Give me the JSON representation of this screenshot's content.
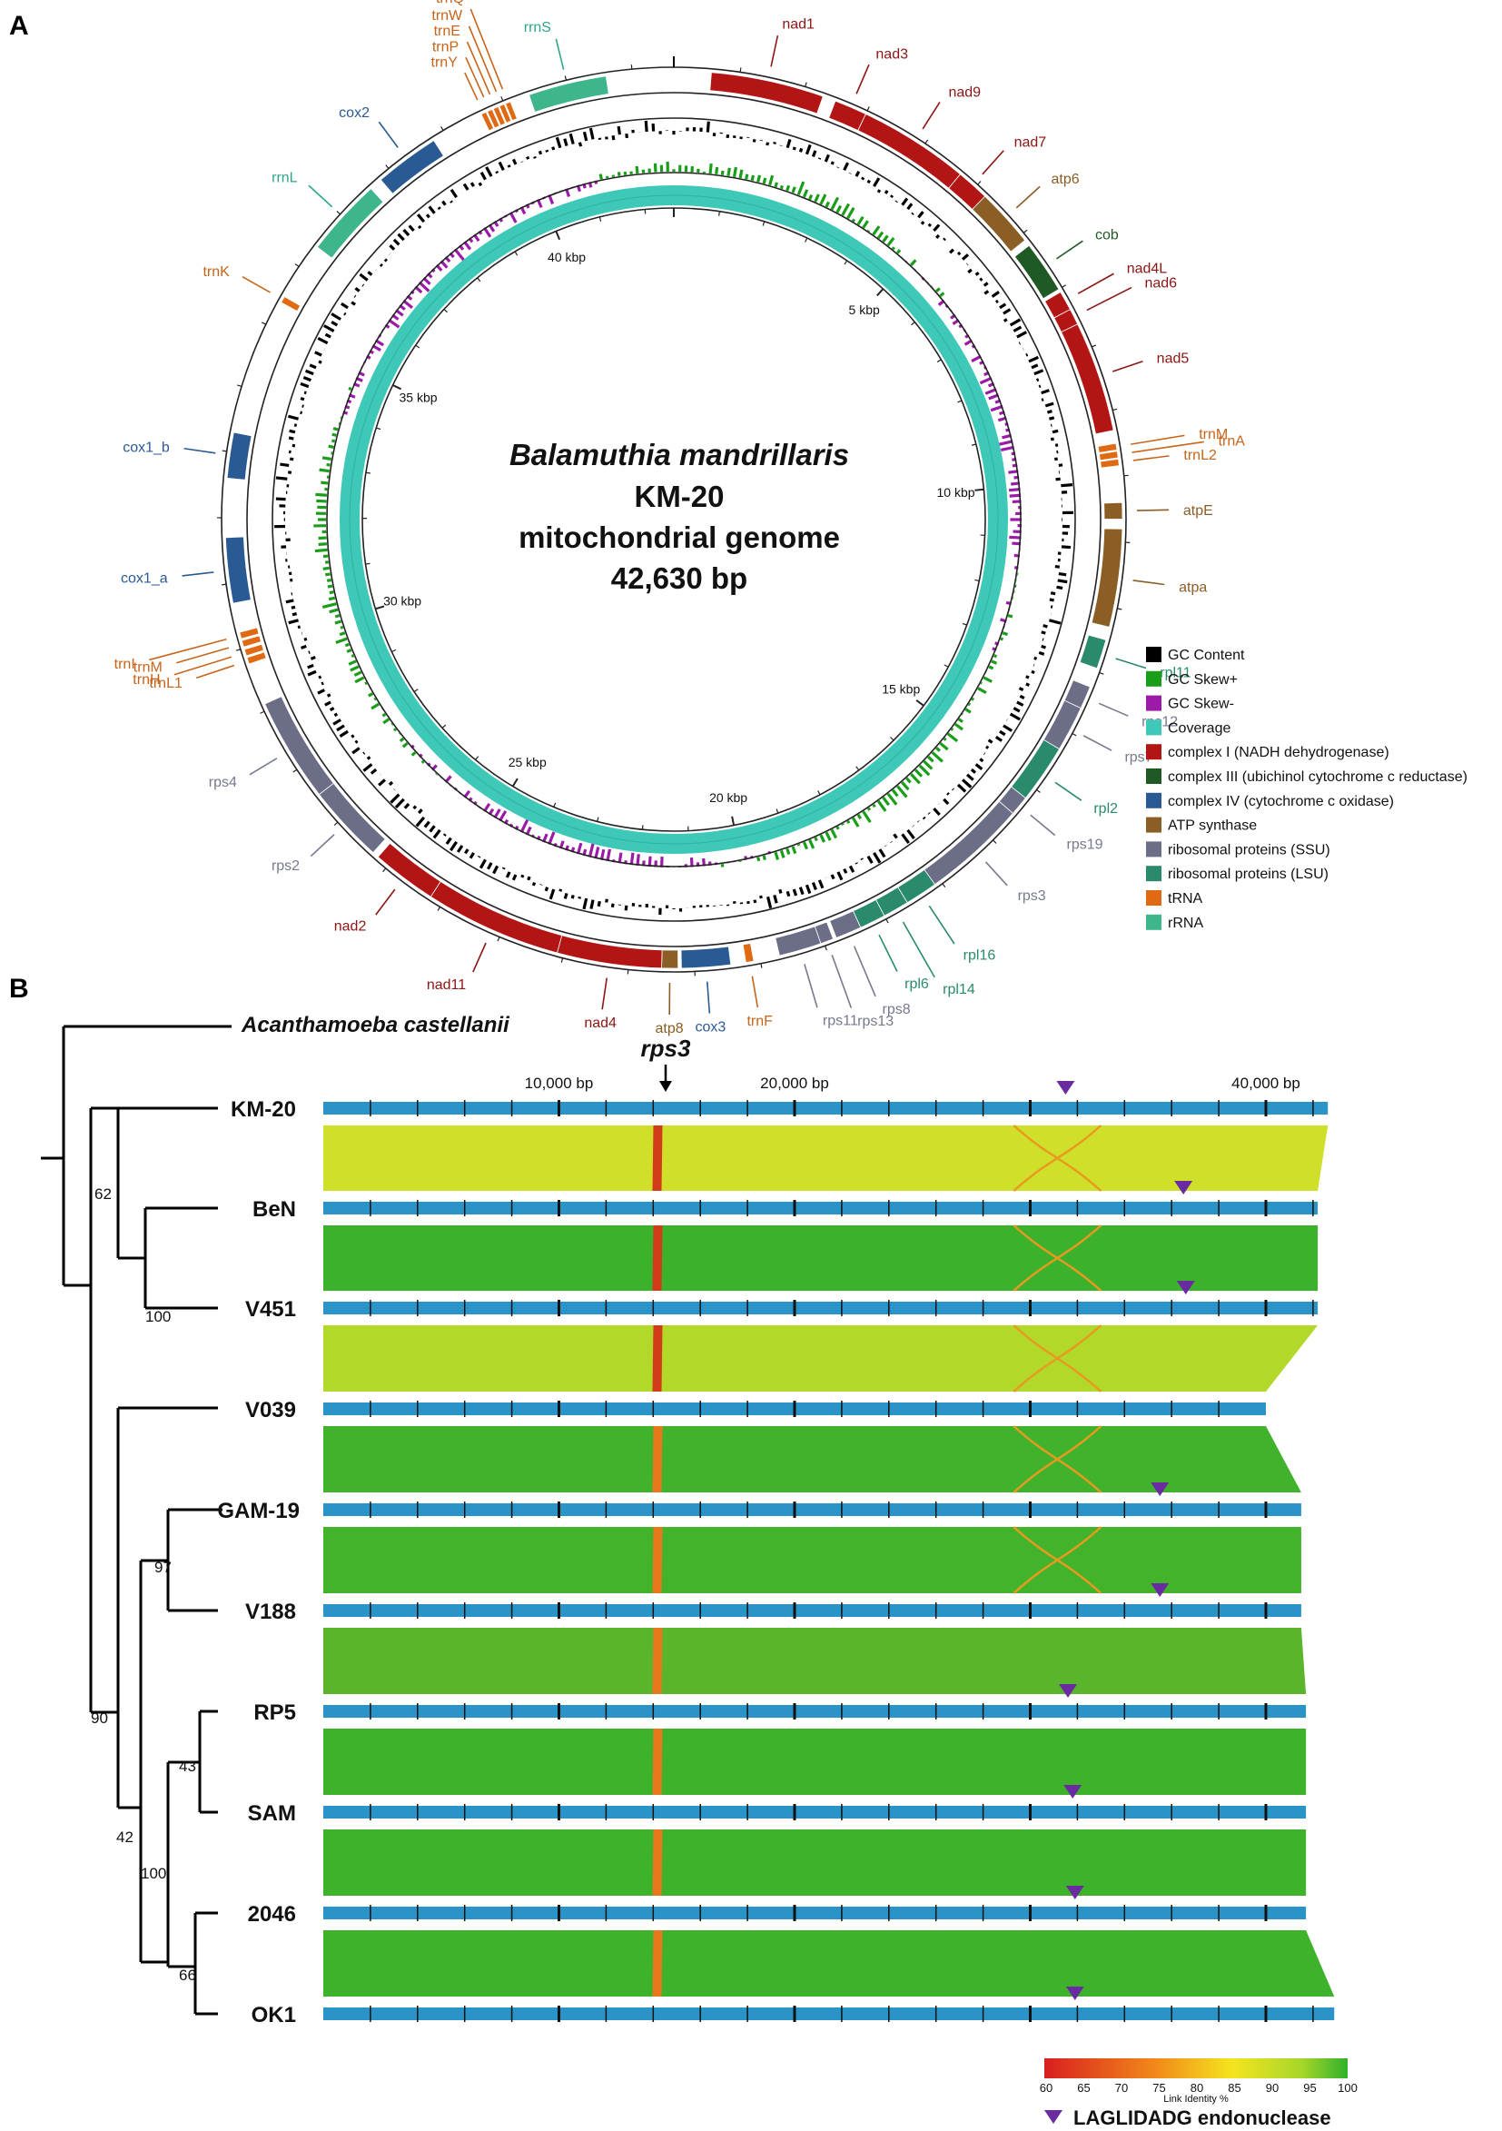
{
  "panel_a": {
    "label": "A",
    "title": {
      "species": "Balamuthia mandrillaris",
      "strain": "KM-20",
      "subtitle": "mitochondrial genome",
      "size": "42,630 bp"
    },
    "genome_length": 42630,
    "kbp_ticks": [
      {
        "kb": 5,
        "label": "5 kbp"
      },
      {
        "kb": 10,
        "label": "10 kbp"
      },
      {
        "kb": 15,
        "label": "15 kbp"
      },
      {
        "kb": 20,
        "label": "20 kbp"
      },
      {
        "kb": 25,
        "label": "25 kbp"
      },
      {
        "kb": 30,
        "label": "30 kbp"
      },
      {
        "kb": 35,
        "label": "35 kbp"
      },
      {
        "kb": 40,
        "label": "40 kbp"
      }
    ],
    "legend": [
      {
        "label": "GC Content",
        "color": "#000000"
      },
      {
        "label": "GC Skew+",
        "color": "#1a9e1a"
      },
      {
        "label": "GC Skew-",
        "color": "#9b1aa8"
      },
      {
        "label": "Coverage",
        "color": "#3ec8b8"
      },
      {
        "label": "complex I (NADH dehydrogenase)",
        "color": "#b31515"
      },
      {
        "label": "complex III (ubichinol cytochrome c reductase)",
        "color": "#1f5a24"
      },
      {
        "label": "complex IV (cytochrome c oxidase)",
        "color": "#2a5a94"
      },
      {
        "label": "ATP synthase",
        "color": "#8b5e26"
      },
      {
        "label": "ribosomal proteins (SSU)",
        "color": "#6b6e86"
      },
      {
        "label": "ribosomal proteins (LSU)",
        "color": "#2a8a6c"
      },
      {
        "label": "tRNA",
        "color": "#e06a14"
      },
      {
        "label": "rRNA",
        "color": "#3db68c"
      }
    ],
    "genes": [
      {
        "name": "nad1",
        "start": 0.57,
        "end": 2.3,
        "type": "c1"
      },
      {
        "name": "nad3",
        "start": 2.5,
        "end": 3.0,
        "type": "c1"
      },
      {
        "name": "nad9",
        "start": 3.0,
        "end": 4.7,
        "type": "c1"
      },
      {
        "name": "nad7",
        "start": 4.7,
        "end": 5.2,
        "type": "c1"
      },
      {
        "name": "atp6",
        "start": 5.2,
        "end": 6.1,
        "type": "atp"
      },
      {
        "name": "cob",
        "start": 6.2,
        "end": 7.0,
        "type": "c3"
      },
      {
        "name": "nad4L",
        "start": 7.05,
        "end": 7.35,
        "type": "c1"
      },
      {
        "name": "nad6",
        "start": 7.35,
        "end": 7.6,
        "type": "c1"
      },
      {
        "name": "nad5",
        "start": 7.6,
        "end": 9.3,
        "type": "c1"
      },
      {
        "name": "trnM",
        "start": 9.5,
        "end": 9.6,
        "type": "trna"
      },
      {
        "name": "trnA",
        "start": 9.62,
        "end": 9.72,
        "type": "trna"
      },
      {
        "name": "trnL2",
        "start": 9.74,
        "end": 9.84,
        "type": "trna"
      },
      {
        "name": "atpE",
        "start": 10.4,
        "end": 10.65,
        "type": "atp"
      },
      {
        "name": "atpa",
        "start": 10.8,
        "end": 12.3,
        "type": "atp"
      },
      {
        "name": "rpl11",
        "start": 12.5,
        "end": 12.95,
        "type": "lsu"
      },
      {
        "name": "rps12",
        "start": 13.25,
        "end": 13.6,
        "type": "ssu"
      },
      {
        "name": "rps7",
        "start": 13.6,
        "end": 14.3,
        "type": "ssu"
      },
      {
        "name": "rpl2",
        "start": 14.3,
        "end": 15.2,
        "type": "lsu"
      },
      {
        "name": "rps19",
        "start": 15.2,
        "end": 15.5,
        "type": "ssu"
      },
      {
        "name": "rps3",
        "start": 15.5,
        "end": 17.1,
        "type": "ssu"
      },
      {
        "name": "rpl16",
        "start": 17.1,
        "end": 17.6,
        "type": "lsu"
      },
      {
        "name": "rpl14",
        "start": 17.6,
        "end": 18.0,
        "type": "lsu"
      },
      {
        "name": "rpl6",
        "start": 18.0,
        "end": 18.4,
        "type": "lsu"
      },
      {
        "name": "rps8",
        "start": 18.4,
        "end": 18.8,
        "type": "ssu"
      },
      {
        "name": "rps13",
        "start": 18.85,
        "end": 19.05,
        "type": "ssu"
      },
      {
        "name": "rps11",
        "start": 19.05,
        "end": 19.7,
        "type": "ssu"
      },
      {
        "name": "trnF",
        "start": 20.1,
        "end": 20.22,
        "type": "trna"
      },
      {
        "name": "cox3",
        "start": 20.45,
        "end": 21.2,
        "type": "c4"
      },
      {
        "name": "atp8",
        "start": 21.25,
        "end": 21.5,
        "type": "atp"
      },
      {
        "name": "nad4",
        "start": 21.5,
        "end": 23.1,
        "type": "c1"
      },
      {
        "name": "nad11",
        "start": 23.1,
        "end": 25.2,
        "type": "c1"
      },
      {
        "name": "nad2",
        "start": 25.2,
        "end": 26.2,
        "type": "c1"
      },
      {
        "name": "rps2",
        "start": 26.3,
        "end": 27.5,
        "type": "ssu"
      },
      {
        "name": "rps4",
        "start": 27.5,
        "end": 29.1,
        "type": "ssu"
      },
      {
        "name": "trnL1",
        "start": 29.75,
        "end": 29.85,
        "type": "trna"
      },
      {
        "name": "trnH",
        "start": 29.88,
        "end": 29.98,
        "type": "trna"
      },
      {
        "name": "trnM",
        "start": 30.02,
        "end": 30.12,
        "type": "trna"
      },
      {
        "name": "trnI",
        "start": 30.15,
        "end": 30.25,
        "type": "trna"
      },
      {
        "name": "cox1_a",
        "start": 30.7,
        "end": 31.7,
        "type": "c4"
      },
      {
        "name": "cox1_b",
        "start": 32.6,
        "end": 33.3,
        "type": "c4"
      },
      {
        "name": "trnK",
        "start": 35.4,
        "end": 35.5,
        "type": "trna"
      },
      {
        "name": "rrnL",
        "start": 36.4,
        "end": 37.6,
        "type": "rrna"
      },
      {
        "name": "cox2",
        "start": 37.8,
        "end": 38.8,
        "type": "c4"
      },
      {
        "name": "trnY",
        "start": 39.62,
        "end": 39.7,
        "type": "trna"
      },
      {
        "name": "trnP",
        "start": 39.72,
        "end": 39.8,
        "type": "trna"
      },
      {
        "name": "trnE",
        "start": 39.82,
        "end": 39.9,
        "type": "trna"
      },
      {
        "name": "trnW",
        "start": 39.92,
        "end": 40.0,
        "type": "trna"
      },
      {
        "name": "trnQ",
        "start": 40.02,
        "end": 40.1,
        "type": "trna"
      },
      {
        "name": "rrnS",
        "start": 40.4,
        "end": 41.6,
        "type": "rrna"
      }
    ]
  },
  "panel_b": {
    "label": "B",
    "rps3_label": "rps3",
    "rps3_kb": 14.2,
    "axis_ticks": [
      {
        "kb": 10,
        "label": "10,000 bp"
      },
      {
        "kb": 20,
        "label": "20,000 bp"
      },
      {
        "kb": 40,
        "label": "40,000 bp"
      }
    ],
    "outgroup": "Acanthamoeba castellanii",
    "strains": [
      {
        "name": "KM-20",
        "length_kb": 42.63,
        "endo_kb": 31.5
      },
      {
        "name": "BeN",
        "length_kb": 42.2,
        "endo_kb": 36.5
      },
      {
        "name": "V451",
        "length_kb": 42.2,
        "endo_kb": 36.6
      },
      {
        "name": "V039",
        "length_kb": 40.0,
        "endo_kb": null
      },
      {
        "name": "GAM-19",
        "length_kb": 41.5,
        "endo_kb": 35.5
      },
      {
        "name": "V188",
        "length_kb": 41.5,
        "endo_kb": 35.5
      },
      {
        "name": "RP5",
        "length_kb": 41.7,
        "endo_kb": 31.6
      },
      {
        "name": "SAM",
        "length_kb": 41.7,
        "endo_kb": 31.8
      },
      {
        "name": "2046",
        "length_kb": 41.7,
        "endo_kb": 31.9
      },
      {
        "name": "OK1",
        "length_kb": 42.9,
        "endo_kb": 31.9
      }
    ],
    "bootstrap_values": [
      "62",
      "100",
      "90",
      "97",
      "42",
      "43",
      "100",
      "66"
    ],
    "colorbar": {
      "ticks": [
        "60",
        "65",
        "70",
        "75",
        "80",
        "85",
        "90",
        "95",
        "100"
      ],
      "title": "Link Identity %"
    },
    "endonuclease_label": "LAGLIDADG endonuclease",
    "endonuclease_color": "#6a2aa0"
  }
}
